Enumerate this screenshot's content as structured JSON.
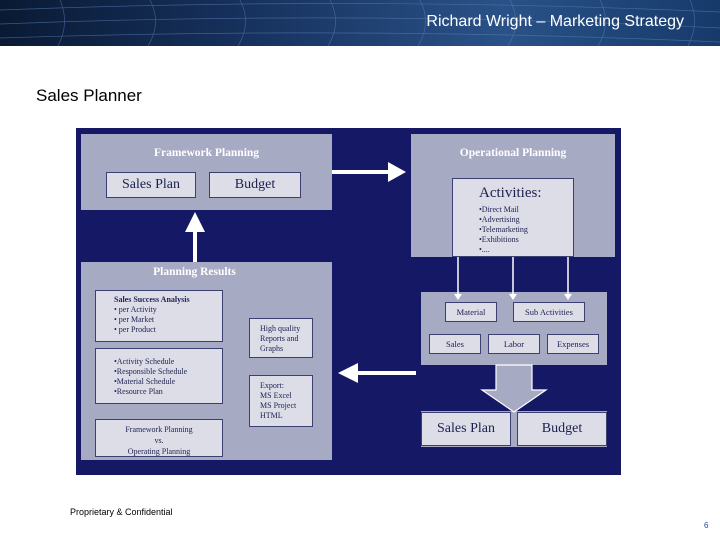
{
  "header": {
    "title": "Richard Wright – Marketing Strategy"
  },
  "page": {
    "title": "Sales Planner",
    "footer": "Proprietary & Confidential",
    "page_number": "6"
  },
  "diagram": {
    "framework": {
      "title": "Framework Planning",
      "sales_plan": "Sales Plan",
      "budget": "Budget"
    },
    "operational": {
      "title": "Operational Planning",
      "activities_title": "Activities:",
      "activities": [
        "•Direct Mail",
        "•Advertising",
        "•Telemarketing",
        "•Exhibitions",
        "•...."
      ]
    },
    "breakdown": {
      "material": "Material",
      "sub_activities": "Sub Activities",
      "sales": "Sales",
      "labor": "Labor",
      "expenses": "Expenses",
      "sales_plan": "Sales Plan",
      "budget": "Budget"
    },
    "results": {
      "title": "Planning Results",
      "analysis_title": "Sales Success Analysis",
      "analysis_items": [
        "• per Activity",
        "• per Market",
        "• per Product"
      ],
      "schedules": [
        "•Activity Schedule",
        "•Responsible Schedule",
        "•Material Schedule",
        "•Resource Plan"
      ],
      "comparison": [
        "Framework Planning",
        "vs.",
        "Operating Planning"
      ],
      "reports": [
        "High quality",
        "Reports and",
        "Graphs"
      ],
      "export": [
        "Export:",
        "MS Excel",
        "MS Project",
        "HTML"
      ]
    }
  }
}
